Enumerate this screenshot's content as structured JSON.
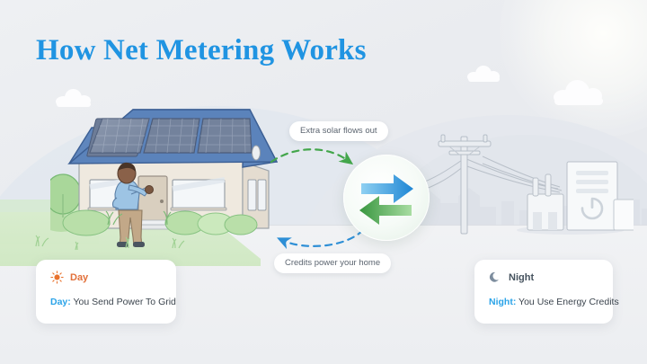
{
  "page": {
    "title": "How Net Metering Works",
    "title_color": "#2094e2",
    "background_color": "#ebedf0"
  },
  "flow_labels": {
    "outgoing": "Extra solar flows out",
    "incoming": "Credits power your home"
  },
  "center": {
    "icon_out": "arrow-right-icon",
    "icon_in": "arrow-left-icon",
    "arrow_out_color": "#2f97e0",
    "arrow_in_color": "#46a84e"
  },
  "scene": {
    "house_icon": "house-with-solar-panels-icon",
    "person_icon": "homeowner-icon",
    "grid_icon": "utility-pole-icon",
    "plant_icon": "power-plant-icon",
    "sun_icon": "sun-glow-icon",
    "solar_panel_count": 3
  },
  "cards": [
    {
      "id": "day",
      "icon": "sun-icon",
      "icon_color": "#e8732f",
      "title": "Day",
      "lead": "Day:",
      "text": " You Send Power To Grid"
    },
    {
      "id": "night",
      "icon": "moon-icon",
      "icon_color": "#7d8d9e",
      "title": "Night",
      "lead": "Night:",
      "text": " You Use Energy Credits"
    }
  ]
}
